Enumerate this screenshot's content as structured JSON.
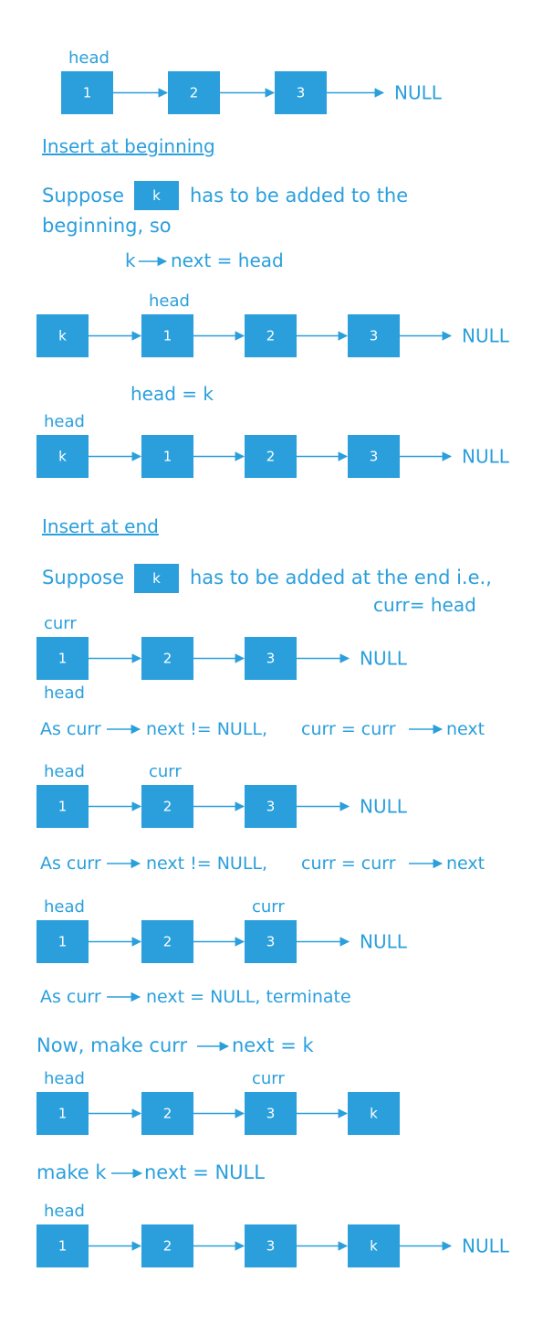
{
  "colors": {
    "node_fill": "#2a9fdc",
    "text": "#2a9fdc",
    "node_text": "#ffffff",
    "arrow": "#2a9fdc"
  },
  "null_label": "NULL",
  "diagrams": [
    {
      "nodes": [
        "1",
        "2",
        "3"
      ],
      "pointers": [
        {
          "label": "head",
          "node": 0,
          "pos": "above"
        }
      ],
      "trailing_null": true
    },
    {
      "nodes": [
        "k",
        "1",
        "2",
        "3"
      ],
      "pointers": [
        {
          "label": "head",
          "node": 1,
          "pos": "above"
        }
      ],
      "trailing_null": true
    },
    {
      "nodes": [
        "k",
        "1",
        "2",
        "3"
      ],
      "pointers": [
        {
          "label": "head",
          "node": 0,
          "pos": "above"
        }
      ],
      "trailing_null": true
    },
    {
      "nodes": [
        "1",
        "2",
        "3"
      ],
      "pointers": [
        {
          "label": "curr",
          "node": 0,
          "pos": "above"
        },
        {
          "label": "head",
          "node": 0,
          "pos": "below"
        }
      ],
      "trailing_null": true
    },
    {
      "nodes": [
        "1",
        "2",
        "3"
      ],
      "pointers": [
        {
          "label": "head",
          "node": 0,
          "pos": "above"
        },
        {
          "label": "curr",
          "node": 1,
          "pos": "above"
        }
      ],
      "trailing_null": true
    },
    {
      "nodes": [
        "1",
        "2",
        "3"
      ],
      "pointers": [
        {
          "label": "head",
          "node": 0,
          "pos": "above"
        },
        {
          "label": "curr",
          "node": 2,
          "pos": "above"
        }
      ],
      "trailing_null": true
    },
    {
      "nodes": [
        "1",
        "2",
        "3",
        "k"
      ],
      "pointers": [
        {
          "label": "head",
          "node": 0,
          "pos": "above"
        },
        {
          "label": "curr",
          "node": 2,
          "pos": "above"
        }
      ],
      "trailing_null": false
    },
    {
      "nodes": [
        "1",
        "2",
        "3",
        "k"
      ],
      "pointers": [
        {
          "label": "head",
          "node": 0,
          "pos": "above"
        }
      ],
      "trailing_null": true
    }
  ],
  "texts": [
    {
      "id": "heading-insert-beginning",
      "text": "Insert at beginning",
      "underline": true
    },
    {
      "id": "suppose-beginning-part1",
      "text": "Suppose"
    },
    {
      "id": "suppose-beginning-part2",
      "text": "has to be added to the"
    },
    {
      "id": "suppose-beginning-line2",
      "text": "beginning, so"
    },
    {
      "id": "stmt-k-next-head-left",
      "text": "k"
    },
    {
      "id": "stmt-k-next-head-right",
      "text": "next = head"
    },
    {
      "id": "stmt-head-equals-k",
      "text": "head = k"
    },
    {
      "id": "heading-insert-end",
      "text": "Insert at end",
      "underline": true
    },
    {
      "id": "suppose-end-part1",
      "text": "Suppose"
    },
    {
      "id": "suppose-end-part2",
      "text": "has to be added at the end i.e.,"
    },
    {
      "id": "stmt-curr-equals-head",
      "text": "curr= head"
    },
    {
      "id": "loop1-left",
      "text": "As  curr"
    },
    {
      "id": "loop1-mid",
      "text": "next != NULL,"
    },
    {
      "id": "loop1-right",
      "text": "curr = curr"
    },
    {
      "id": "loop1-end",
      "text": "next"
    },
    {
      "id": "loop2-left",
      "text": "As  curr"
    },
    {
      "id": "loop2-mid",
      "text": "next != NULL,"
    },
    {
      "id": "loop2-right",
      "text": "curr = curr"
    },
    {
      "id": "loop2-end",
      "text": "next"
    },
    {
      "id": "terminate-left",
      "text": "As  curr"
    },
    {
      "id": "terminate-right",
      "text": "next = NULL,   terminate"
    },
    {
      "id": "make-curr-left",
      "text": "Now, make curr"
    },
    {
      "id": "make-curr-right",
      "text": "next = k"
    },
    {
      "id": "make-k-left",
      "text": "make k"
    },
    {
      "id": "make-k-right",
      "text": "next = NULL"
    }
  ],
  "inline_nodes": [
    {
      "id": "inline-node-k-beginning",
      "label": "k"
    },
    {
      "id": "inline-node-k-end",
      "label": "k"
    }
  ]
}
